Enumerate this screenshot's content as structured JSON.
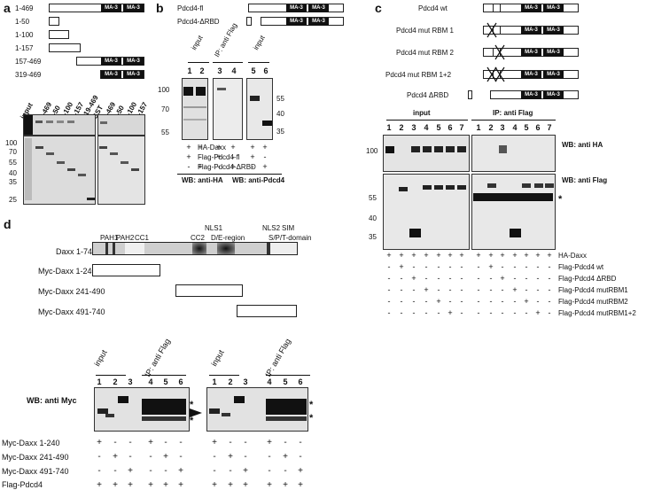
{
  "panel_a": {
    "letter": "a",
    "constructs": [
      "1-469",
      "1-50",
      "1-100",
      "1-157",
      "157-469",
      "319-469"
    ],
    "domain": "MA-3",
    "lanes": [
      "input",
      "1-469",
      "1-50",
      "1-100",
      "1-157",
      "319-469",
      "GST",
      "1-469",
      "1-50",
      "1-100",
      "1-157"
    ],
    "mw": [
      "100",
      "70",
      "55",
      "40",
      "35",
      "25"
    ]
  },
  "panel_b": {
    "letter": "b",
    "constructs": [
      "Pdcd4-fl",
      "Pdcd4-ΔRBD"
    ],
    "domain": "MA-3",
    "header_input1": "input",
    "header_ip": "IP: anti Flag",
    "header_input2": "input",
    "lane_numbers": [
      "1",
      "2",
      "3",
      "4",
      "5",
      "6"
    ],
    "mw_left": [
      "100",
      "70",
      "55"
    ],
    "mw_right": [
      "55",
      "40",
      "35"
    ],
    "rows": [
      {
        "label": "HA-Daxx",
        "signs": [
          "+",
          "+",
          "+",
          "+",
          "+",
          "+"
        ]
      },
      {
        "label": "Flag-Pdcd4-fl",
        "signs": [
          "+",
          "-",
          "+",
          "-",
          "+",
          "-"
        ]
      },
      {
        "label": "Flag-Pdcd4-ΔRBD",
        "signs": [
          "-",
          "+",
          "-",
          "+",
          "-",
          "+"
        ]
      }
    ],
    "wb_left": "WB: anti-HA",
    "wb_right": "WB: anti-Pdcd4"
  },
  "panel_c": {
    "letter": "c",
    "constructs": [
      "Pdcd4 wt",
      "Pdcd4 mut RBM 1",
      "Pdcd4 mut RBM 2",
      "Pdcd4 mut RBM 1+2",
      "Pdcd4 ΔRBD"
    ],
    "domain": "MA-3",
    "header_input": "input",
    "header_ip": "IP: anti Flag",
    "lane_numbers": [
      "1",
      "2",
      "3",
      "4",
      "5",
      "6",
      "7",
      "1",
      "2",
      "3",
      "4",
      "5",
      "6",
      "7"
    ],
    "mw_top": [
      "100"
    ],
    "mw_bottom": [
      "55",
      "40",
      "35"
    ],
    "wb_top": "WB: anti HA",
    "wb_bottom": "WB: anti Flag",
    "star": "*",
    "rows": [
      {
        "label": "HA-Daxx",
        "signs": [
          "+",
          "+",
          "+",
          "+",
          "+",
          "+",
          "+",
          "+",
          "+",
          "+",
          "+",
          "+",
          "+",
          "+"
        ]
      },
      {
        "label": "Flag-Pdcd4 wt",
        "signs": [
          "-",
          "+",
          "-",
          "-",
          "-",
          "-",
          "-",
          "-",
          "+",
          "-",
          "-",
          "-",
          "-",
          "-"
        ]
      },
      {
        "label": "Flag-Pdcd4 ΔRBD",
        "signs": [
          "-",
          "-",
          "+",
          "-",
          "-",
          "-",
          "-",
          "-",
          "-",
          "+",
          "-",
          "-",
          "-",
          "-"
        ]
      },
      {
        "label": "Flag-Pdcd4 mutRBM1",
        "signs": [
          "-",
          "-",
          "-",
          "+",
          "-",
          "-",
          "-",
          "-",
          "-",
          "-",
          "+",
          "-",
          "-",
          "-"
        ]
      },
      {
        "label": "Flag-Pdcd4 mutRBM2",
        "signs": [
          "-",
          "-",
          "-",
          "-",
          "+",
          "-",
          "-",
          "-",
          "-",
          "-",
          "-",
          "+",
          "-",
          "-"
        ]
      },
      {
        "label": "Flag-Pdcd4 mutRBM1+2",
        "signs": [
          "-",
          "-",
          "-",
          "-",
          "-",
          "+",
          "-",
          "-",
          "-",
          "-",
          "-",
          "-",
          "+",
          "-"
        ]
      }
    ]
  },
  "panel_d": {
    "letter": "d",
    "daxx_label": "Daxx 1-740",
    "domains": [
      "PAH1",
      "PAH2",
      "CC1",
      "NLS1",
      "CC2",
      "D/E-region",
      "NLS2",
      "SIM",
      "S/P/T-domain"
    ],
    "constructs": [
      "Myc-Daxx 1-240",
      "Myc-Daxx 241-490",
      "Myc-Daxx 491-740"
    ],
    "header_input": "input",
    "header_ip": "IP: anti Flag",
    "lane_numbers": [
      "1",
      "2",
      "3",
      "4",
      "5",
      "6"
    ],
    "wb": "WB: anti Myc",
    "star": "*",
    "rows": [
      {
        "label": "Myc-Daxx 1-240",
        "signs": [
          "+",
          "-",
          "-",
          "+",
          "-",
          "-"
        ]
      },
      {
        "label": "Myc-Daxx 241-490",
        "signs": [
          "-",
          "+",
          "-",
          "-",
          "+",
          "-"
        ]
      },
      {
        "label": "Myc-Daxx 491-740",
        "signs": [
          "-",
          "-",
          "+",
          "-",
          "-",
          "+"
        ]
      },
      {
        "label": "Flag-Pdcd4",
        "signs": [
          "+",
          "+",
          "+",
          "+",
          "+",
          "+"
        ]
      }
    ]
  }
}
